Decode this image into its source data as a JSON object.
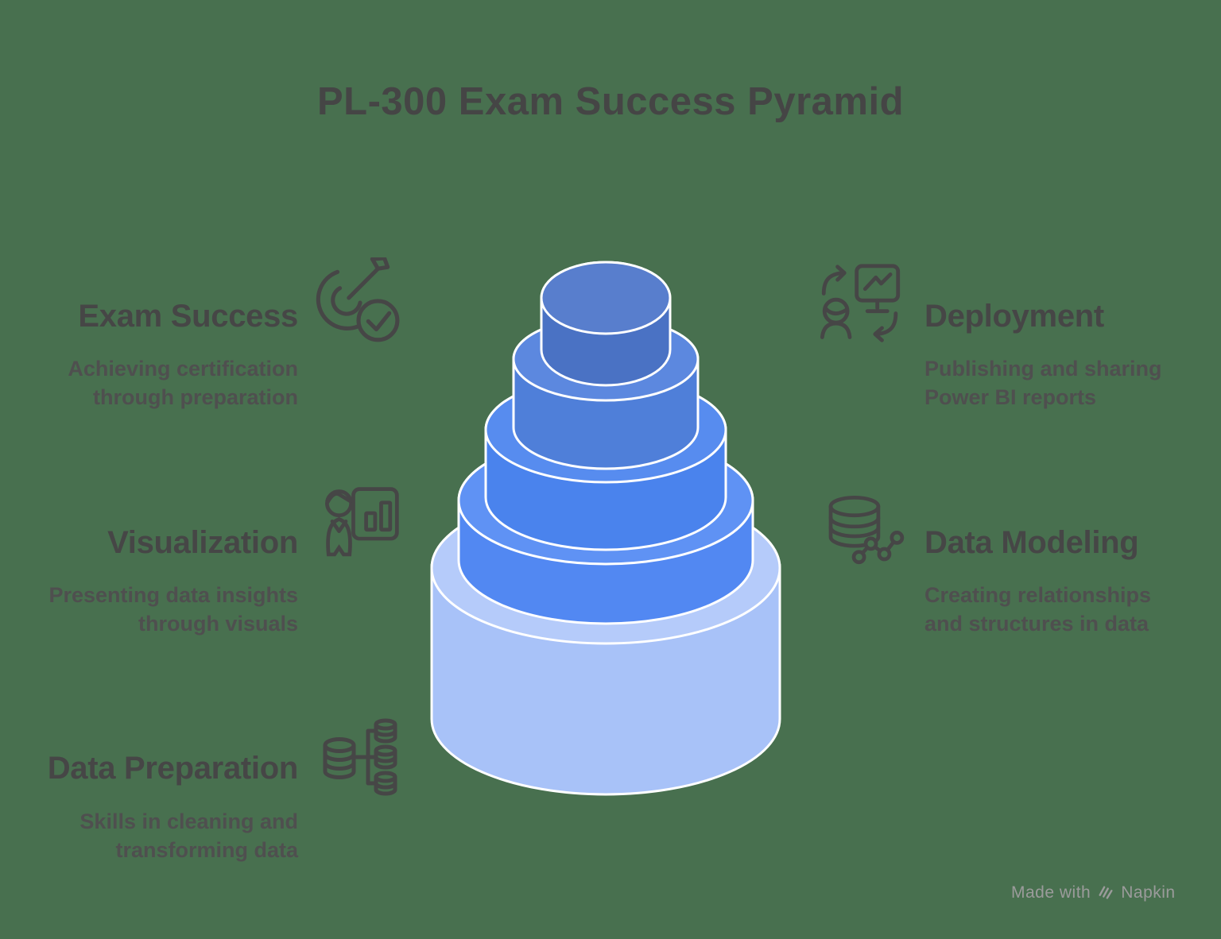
{
  "canvas": {
    "background": "#48704F"
  },
  "title": "PL-300 Exam Success Pyramid",
  "colors": {
    "heading_text": "#464646",
    "body_text": "#4F4F4F",
    "icon_stroke": "#464646",
    "tier_outline": "#FFFFFF",
    "watermark_text": "#9B9B9B"
  },
  "pyramid": {
    "tiers": [
      {
        "level": 1,
        "position": "top",
        "body_color": "#4A72C4",
        "top_color": "#587ECD"
      },
      {
        "level": 2,
        "position": "upper",
        "body_color": "#4F7FD9",
        "top_color": "#5C88DF"
      },
      {
        "level": 3,
        "position": "middle",
        "body_color": "#4A83ED",
        "top_color": "#578CEF"
      },
      {
        "level": 4,
        "position": "lower",
        "body_color": "#5288F2",
        "top_color": "#5F92F4"
      },
      {
        "level": 5,
        "position": "bottom",
        "body_color": "#A8C2F8",
        "top_color": "#B5CBFA"
      }
    ]
  },
  "sections": {
    "left": [
      {
        "heading": "Exam Success",
        "line1": "Achieving certification",
        "line2": "through preparation",
        "icon": "target-arrow-check"
      },
      {
        "heading": "Visualization",
        "line1": "Presenting data insights",
        "line2": "through visuals",
        "icon": "presenter-chart"
      },
      {
        "heading": "Data Preparation",
        "line1": "Skills in cleaning and",
        "line2": "transforming data",
        "icon": "database-branch"
      }
    ],
    "right": [
      {
        "heading": "Deployment",
        "line1": "Publishing and sharing",
        "line2": "Power BI reports",
        "icon": "publish-share"
      },
      {
        "heading": "Data Modeling",
        "line1": "Creating relationships",
        "line2": "and structures in data",
        "icon": "database-network"
      }
    ]
  },
  "watermark": {
    "prefix": "Made with",
    "brand": "Napkin"
  }
}
